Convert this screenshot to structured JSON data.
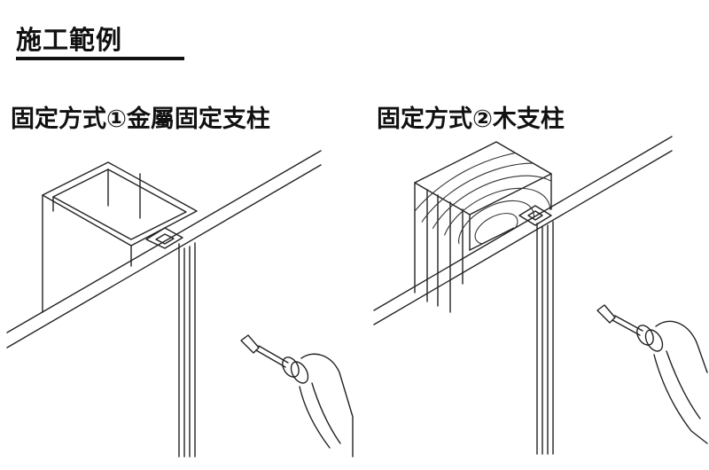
{
  "title": "施工範例",
  "figures": [
    {
      "caption": "固定方式①金屬固定支柱"
    },
    {
      "caption": "固定方式②木支柱"
    }
  ]
}
